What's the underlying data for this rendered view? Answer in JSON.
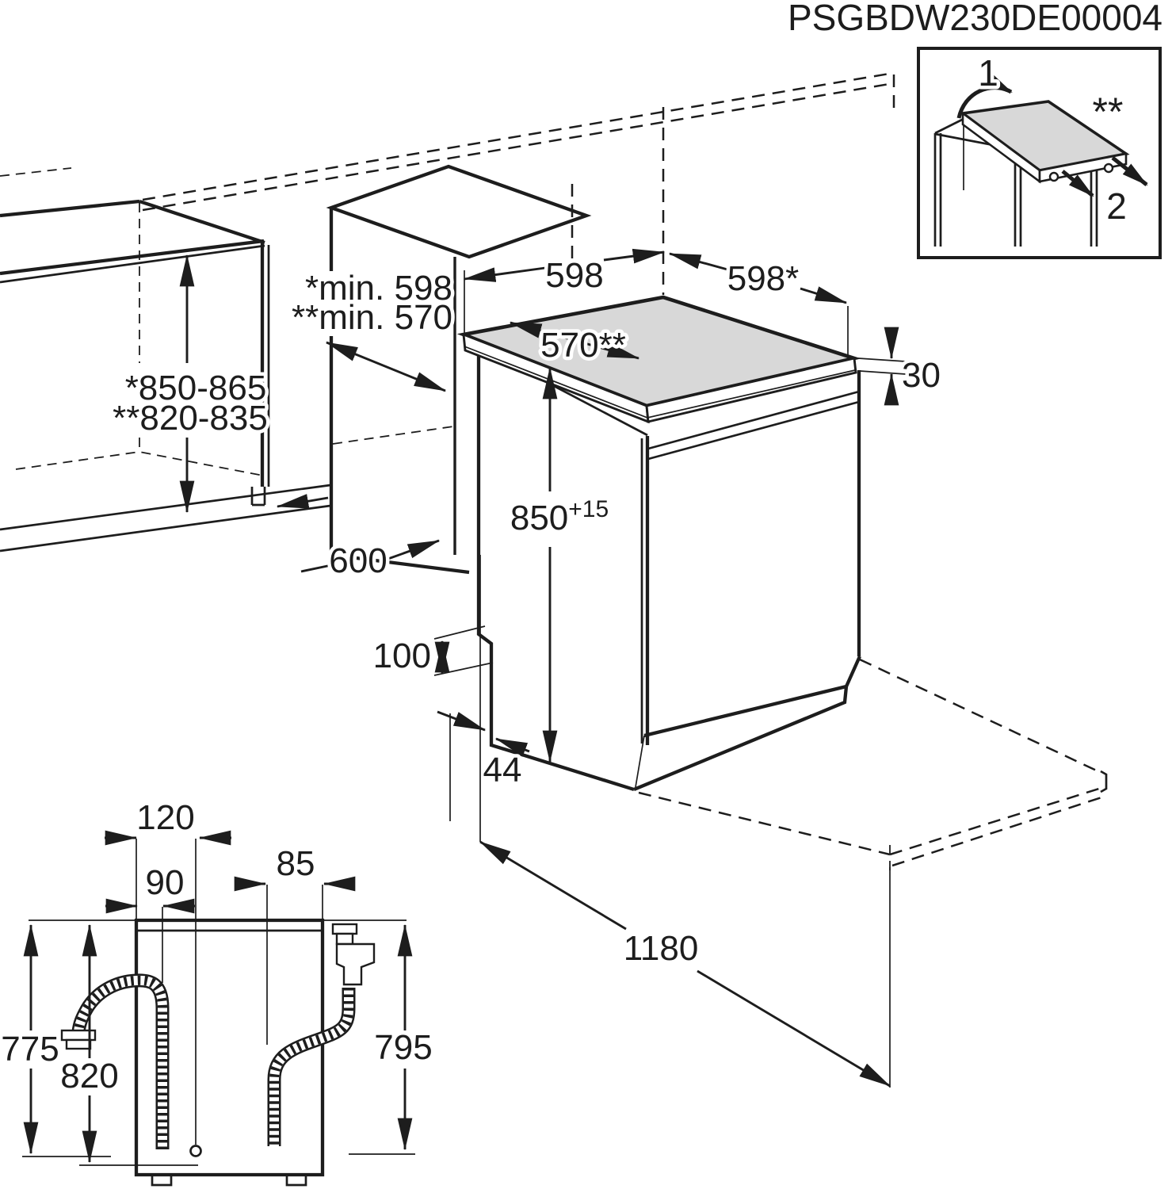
{
  "title": "PSGBDW230DE00004",
  "colors": {
    "line": "#1d1d1d",
    "worktop_fill": "#d8d8d8",
    "background": "#ffffff"
  },
  "inset": {
    "step1": "1",
    "step2": "2",
    "note": "**"
  },
  "main": {
    "width_top": "598",
    "width_with_worktop": "598*",
    "depth_top": "570**",
    "worktop_thickness": "30",
    "height_base": "850",
    "height_tol": "+15",
    "niche_note1": "*min. 598",
    "niche_note2": "**min. 570",
    "niche_height1": "*850-865",
    "niche_height2": "**820-835",
    "unit_depth": "600",
    "plinth_height": "100",
    "plinth_recess": "44",
    "open_door_depth": "1180"
  },
  "rear": {
    "drain_conn_offset": "120",
    "drain_hose_offset": "90",
    "inlet_hose_offset": "85",
    "drain_height": "775",
    "mid_height": "820",
    "inlet_height": "795"
  }
}
